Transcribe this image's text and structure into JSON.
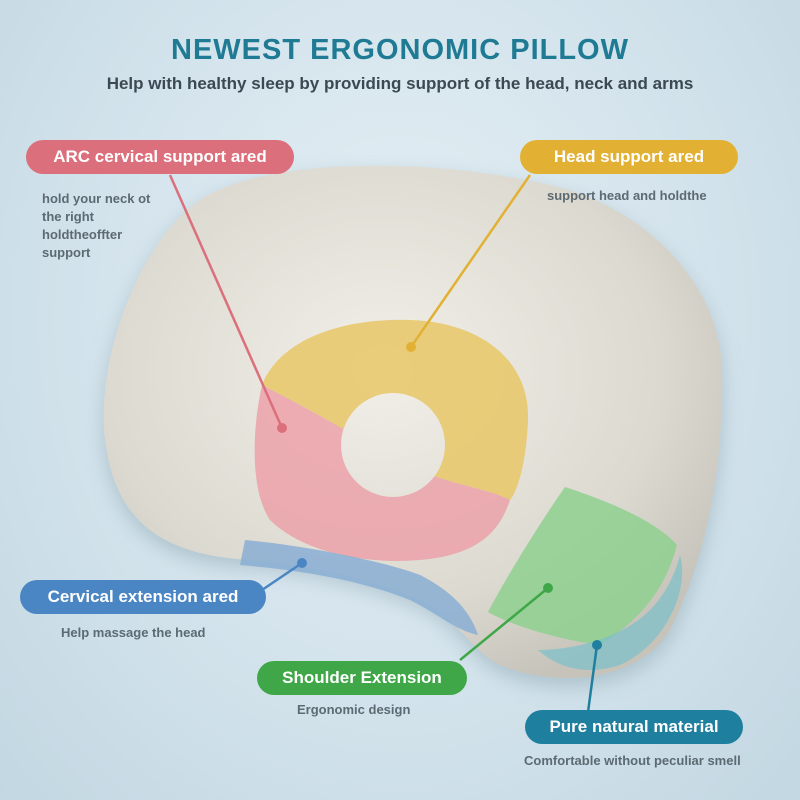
{
  "header": {
    "title": "NEWEST ERGONOMIC PILLOW",
    "subtitle": "Help with healthy sleep by providing support of the head, neck and arms"
  },
  "callouts": {
    "arc": {
      "label": "ARC cervical support ared",
      "desc_lines": [
        "hold your neck ot",
        "the right",
        "holdtheoffter",
        "support"
      ],
      "color": "#dc6f7c"
    },
    "head": {
      "label": "Head support ared",
      "desc": "support head and holdthe",
      "color": "#e2b134"
    },
    "cervical": {
      "label": "Cervical extension ared",
      "desc": "Help massage the head",
      "color": "#4b86c4"
    },
    "shoulder": {
      "label": "Shoulder Extension",
      "desc": "Ergonomic design",
      "color": "#3fa747"
    },
    "material": {
      "label": "Pure natural material",
      "desc": "Comfortable without peculiar smell",
      "color": "#1f7f9f"
    }
  }
}
